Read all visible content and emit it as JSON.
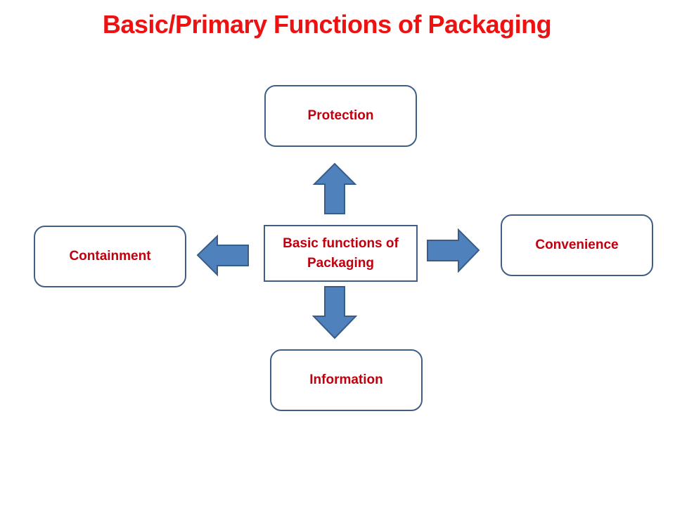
{
  "title": "Basic/Primary Functions of Packaging",
  "center": {
    "label": "Basic functions of Packaging"
  },
  "functions": {
    "top": "Protection",
    "left": "Containment",
    "right": "Convenience",
    "bottom": "Information"
  },
  "colors": {
    "title_text": "#ee1111",
    "box_text": "#c0000e",
    "box_border": "#3f5f87",
    "arrow_fill": "#4f81bd",
    "arrow_stroke": "#385d8a"
  }
}
